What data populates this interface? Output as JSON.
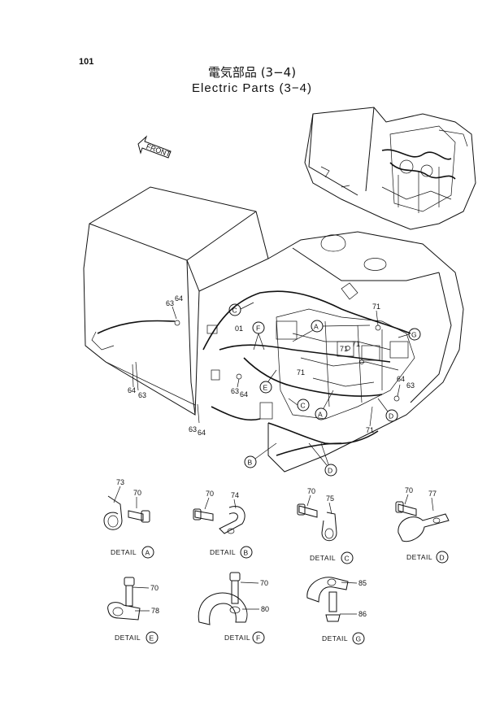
{
  "page_number": "101",
  "title_jp": "電気部品 (3−4)",
  "title_en": "Electric Parts (3−4)",
  "front_label": "FRONT",
  "callouts": {
    "n63a": "63",
    "n64a": "64",
    "n64b": "64",
    "n63b": "63",
    "n63c": "63",
    "n64c": "64",
    "n63d": "63",
    "n64d": "64",
    "n63e": "63",
    "n64e": "64",
    "n01": "01",
    "n71a": "71",
    "n71b": "71",
    "n71c": "71",
    "n71d": "71",
    "n71e": "71",
    "cA": "A",
    "cA2": "A",
    "cB": "B",
    "cC": "C",
    "cC2": "C",
    "cD": "D",
    "cD2": "D",
    "cE": "E",
    "cF": "F",
    "cG": "G"
  },
  "details": [
    {
      "key": "A",
      "label": "DETAIL",
      "parts": [
        "73",
        "70"
      ]
    },
    {
      "key": "B",
      "label": "DETAIL",
      "parts": [
        "70",
        "74"
      ]
    },
    {
      "key": "C",
      "label": "DETAIL",
      "parts": [
        "70",
        "75"
      ]
    },
    {
      "key": "D",
      "label": "DETAIL",
      "parts": [
        "70",
        "77"
      ]
    },
    {
      "key": "E",
      "label": "DETAIL",
      "parts": [
        "70",
        "78"
      ]
    },
    {
      "key": "F",
      "label": "DETAIL",
      "parts": [
        "70",
        "80"
      ]
    },
    {
      "key": "G",
      "label": "DETAIL",
      "parts": [
        "85",
        "86"
      ]
    }
  ]
}
